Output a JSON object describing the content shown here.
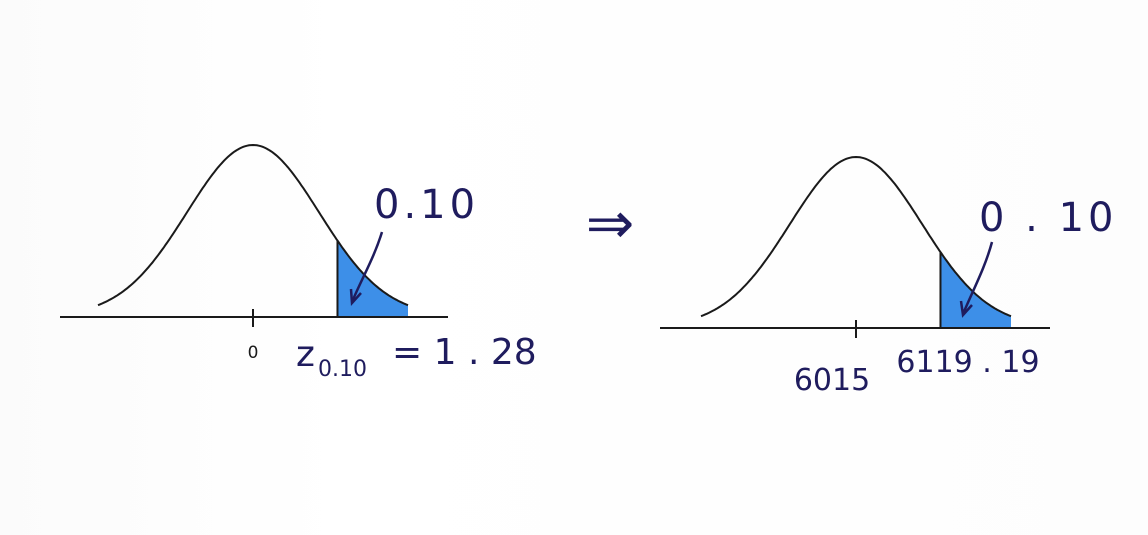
{
  "left_diagram": {
    "tail_area": "0.10",
    "center_tick": "0",
    "z_symbol": "z",
    "z_subscript": "0.10",
    "z_equals_value": "= 1 . 28"
  },
  "arrow_symbol": "⇒",
  "right_diagram": {
    "tail_area": "0 . 10",
    "center_label": "6015",
    "cutoff_label": "6119 . 19"
  },
  "colors": {
    "shaded_tail": "#3d8fe8",
    "ink": "#1f1c5e",
    "curve": "#1a1a1a"
  }
}
